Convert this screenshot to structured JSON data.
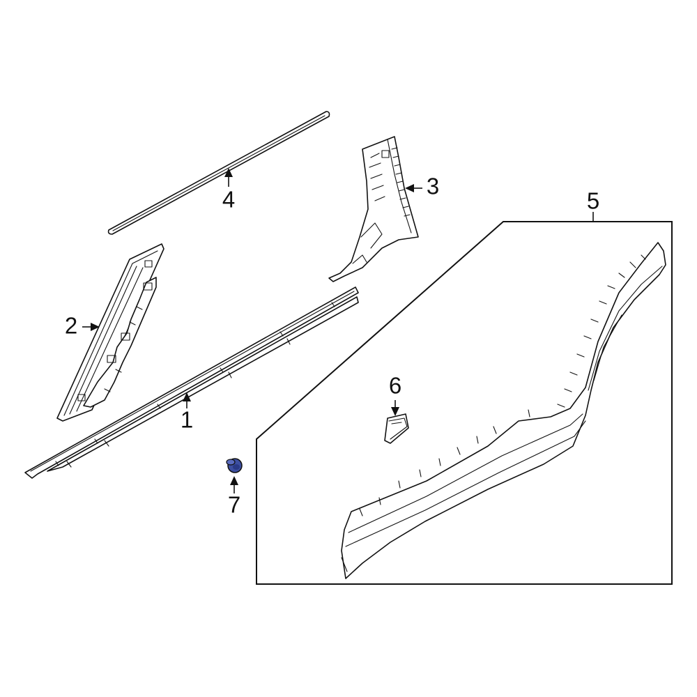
{
  "diagram": {
    "callouts": {
      "c1": "1",
      "c2": "2",
      "c3": "3",
      "c4": "4",
      "c5": "5",
      "c6": "6",
      "c7": "7"
    },
    "highlight_color": "#3d4fa0"
  }
}
